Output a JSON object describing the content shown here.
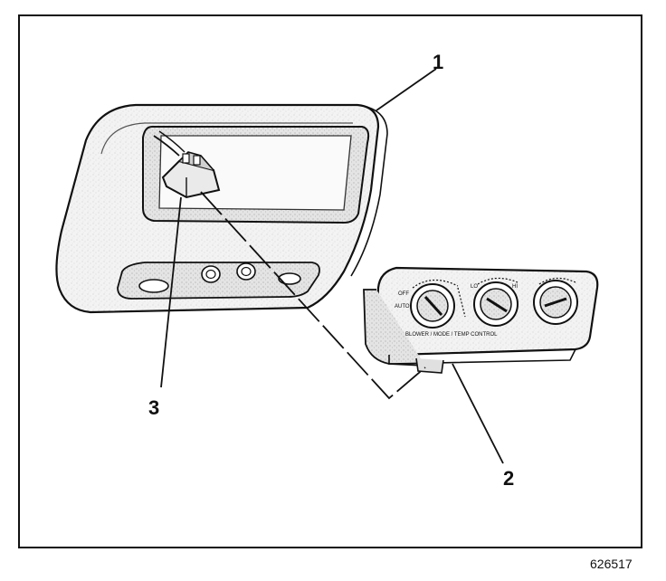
{
  "callouts": {
    "item_1": "1",
    "item_2": "2",
    "item_3": "3"
  },
  "figure_id": "626517",
  "control_panel_text": {
    "lower_legend": "BLOWER / MODE / TEMP CONTROL",
    "left_mode": "OFF",
    "left_auto": "AUTO",
    "fan_low": "LO",
    "fan_high": "HI"
  },
  "colors": {
    "line": "#111111",
    "housing_fill": "#f4f4f4",
    "shadow_fill": "#d8d8d8",
    "background": "#ffffff"
  }
}
